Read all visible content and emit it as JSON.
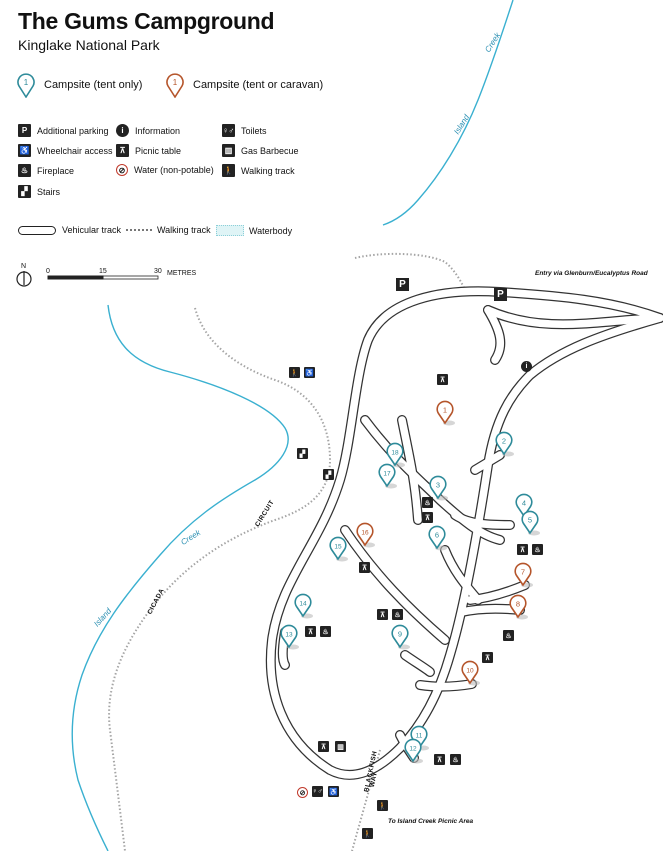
{
  "title": "The Gums Campground",
  "subtitle": "Kinglake National Park",
  "colors": {
    "tent_only": "#2e8b9a",
    "tent_caravan": "#b5552b",
    "creek": "#3ab0d0",
    "road": "#333333",
    "walk": "#999999"
  },
  "legend": {
    "campsite_tent_only": "Campsite (tent only)",
    "campsite_tent_caravan": "Campsite (tent or caravan)",
    "pin_one": "1",
    "items": [
      {
        "label": "Additional parking",
        "icon": "parking-icon",
        "glyph": "P"
      },
      {
        "label": "Information",
        "icon": "information-icon",
        "glyph": "i"
      },
      {
        "label": "Toilets",
        "icon": "toilets-icon",
        "glyph": "♀♂"
      },
      {
        "label": "Wheelchair access",
        "icon": "wheelchair-icon",
        "glyph": "♿"
      },
      {
        "label": "Picnic table",
        "icon": "picnic-table-icon",
        "glyph": "⊼"
      },
      {
        "label": "Gas Barbecue",
        "icon": "gas-barbecue-icon",
        "glyph": "▥"
      },
      {
        "label": "Fireplace",
        "icon": "fireplace-icon",
        "glyph": "♨"
      },
      {
        "label": "Water (non-potable)",
        "icon": "water-non-potable-icon",
        "glyph": "⊘"
      },
      {
        "label": "Walking track",
        "icon": "walking-track-icon",
        "glyph": "🚶"
      },
      {
        "label": "Stairs",
        "icon": "stairs-icon",
        "glyph": "▞"
      }
    ],
    "vehicular_track": "Vehicular track",
    "walking_track": "Walking track",
    "waterbody": "Waterbody"
  },
  "scale": {
    "north": "N",
    "ticks": [
      "0",
      "15",
      "30"
    ],
    "units": "METRES"
  },
  "labels": {
    "entry": "Entry via Glenburn/Eucalyptus Road",
    "picnic_area": "To Island Creek Picnic Area",
    "cicada": "CICADA",
    "circuit": "CIRCUIT",
    "blackfish": "BLACKFISH",
    "way": "WAY",
    "island": "Island",
    "creek": "Creek"
  },
  "parking_glyph": "P",
  "campsites": [
    {
      "number": "1",
      "type": "tent_caravan"
    },
    {
      "number": "2",
      "type": "tent_only"
    },
    {
      "number": "3",
      "type": "tent_only"
    },
    {
      "number": "4",
      "type": "tent_only"
    },
    {
      "number": "5",
      "type": "tent_only"
    },
    {
      "number": "6",
      "type": "tent_only"
    },
    {
      "number": "7",
      "type": "tent_caravan"
    },
    {
      "number": "8",
      "type": "tent_caravan"
    },
    {
      "number": "9",
      "type": "tent_only"
    },
    {
      "number": "10",
      "type": "tent_caravan"
    },
    {
      "number": "11",
      "type": "tent_only"
    },
    {
      "number": "12",
      "type": "tent_only"
    },
    {
      "number": "13",
      "type": "tent_only"
    },
    {
      "number": "14",
      "type": "tent_only"
    },
    {
      "number": "15",
      "type": "tent_only"
    },
    {
      "number": "16",
      "type": "tent_caravan"
    },
    {
      "number": "17",
      "type": "tent_only"
    },
    {
      "number": "18",
      "type": "tent_only"
    }
  ]
}
